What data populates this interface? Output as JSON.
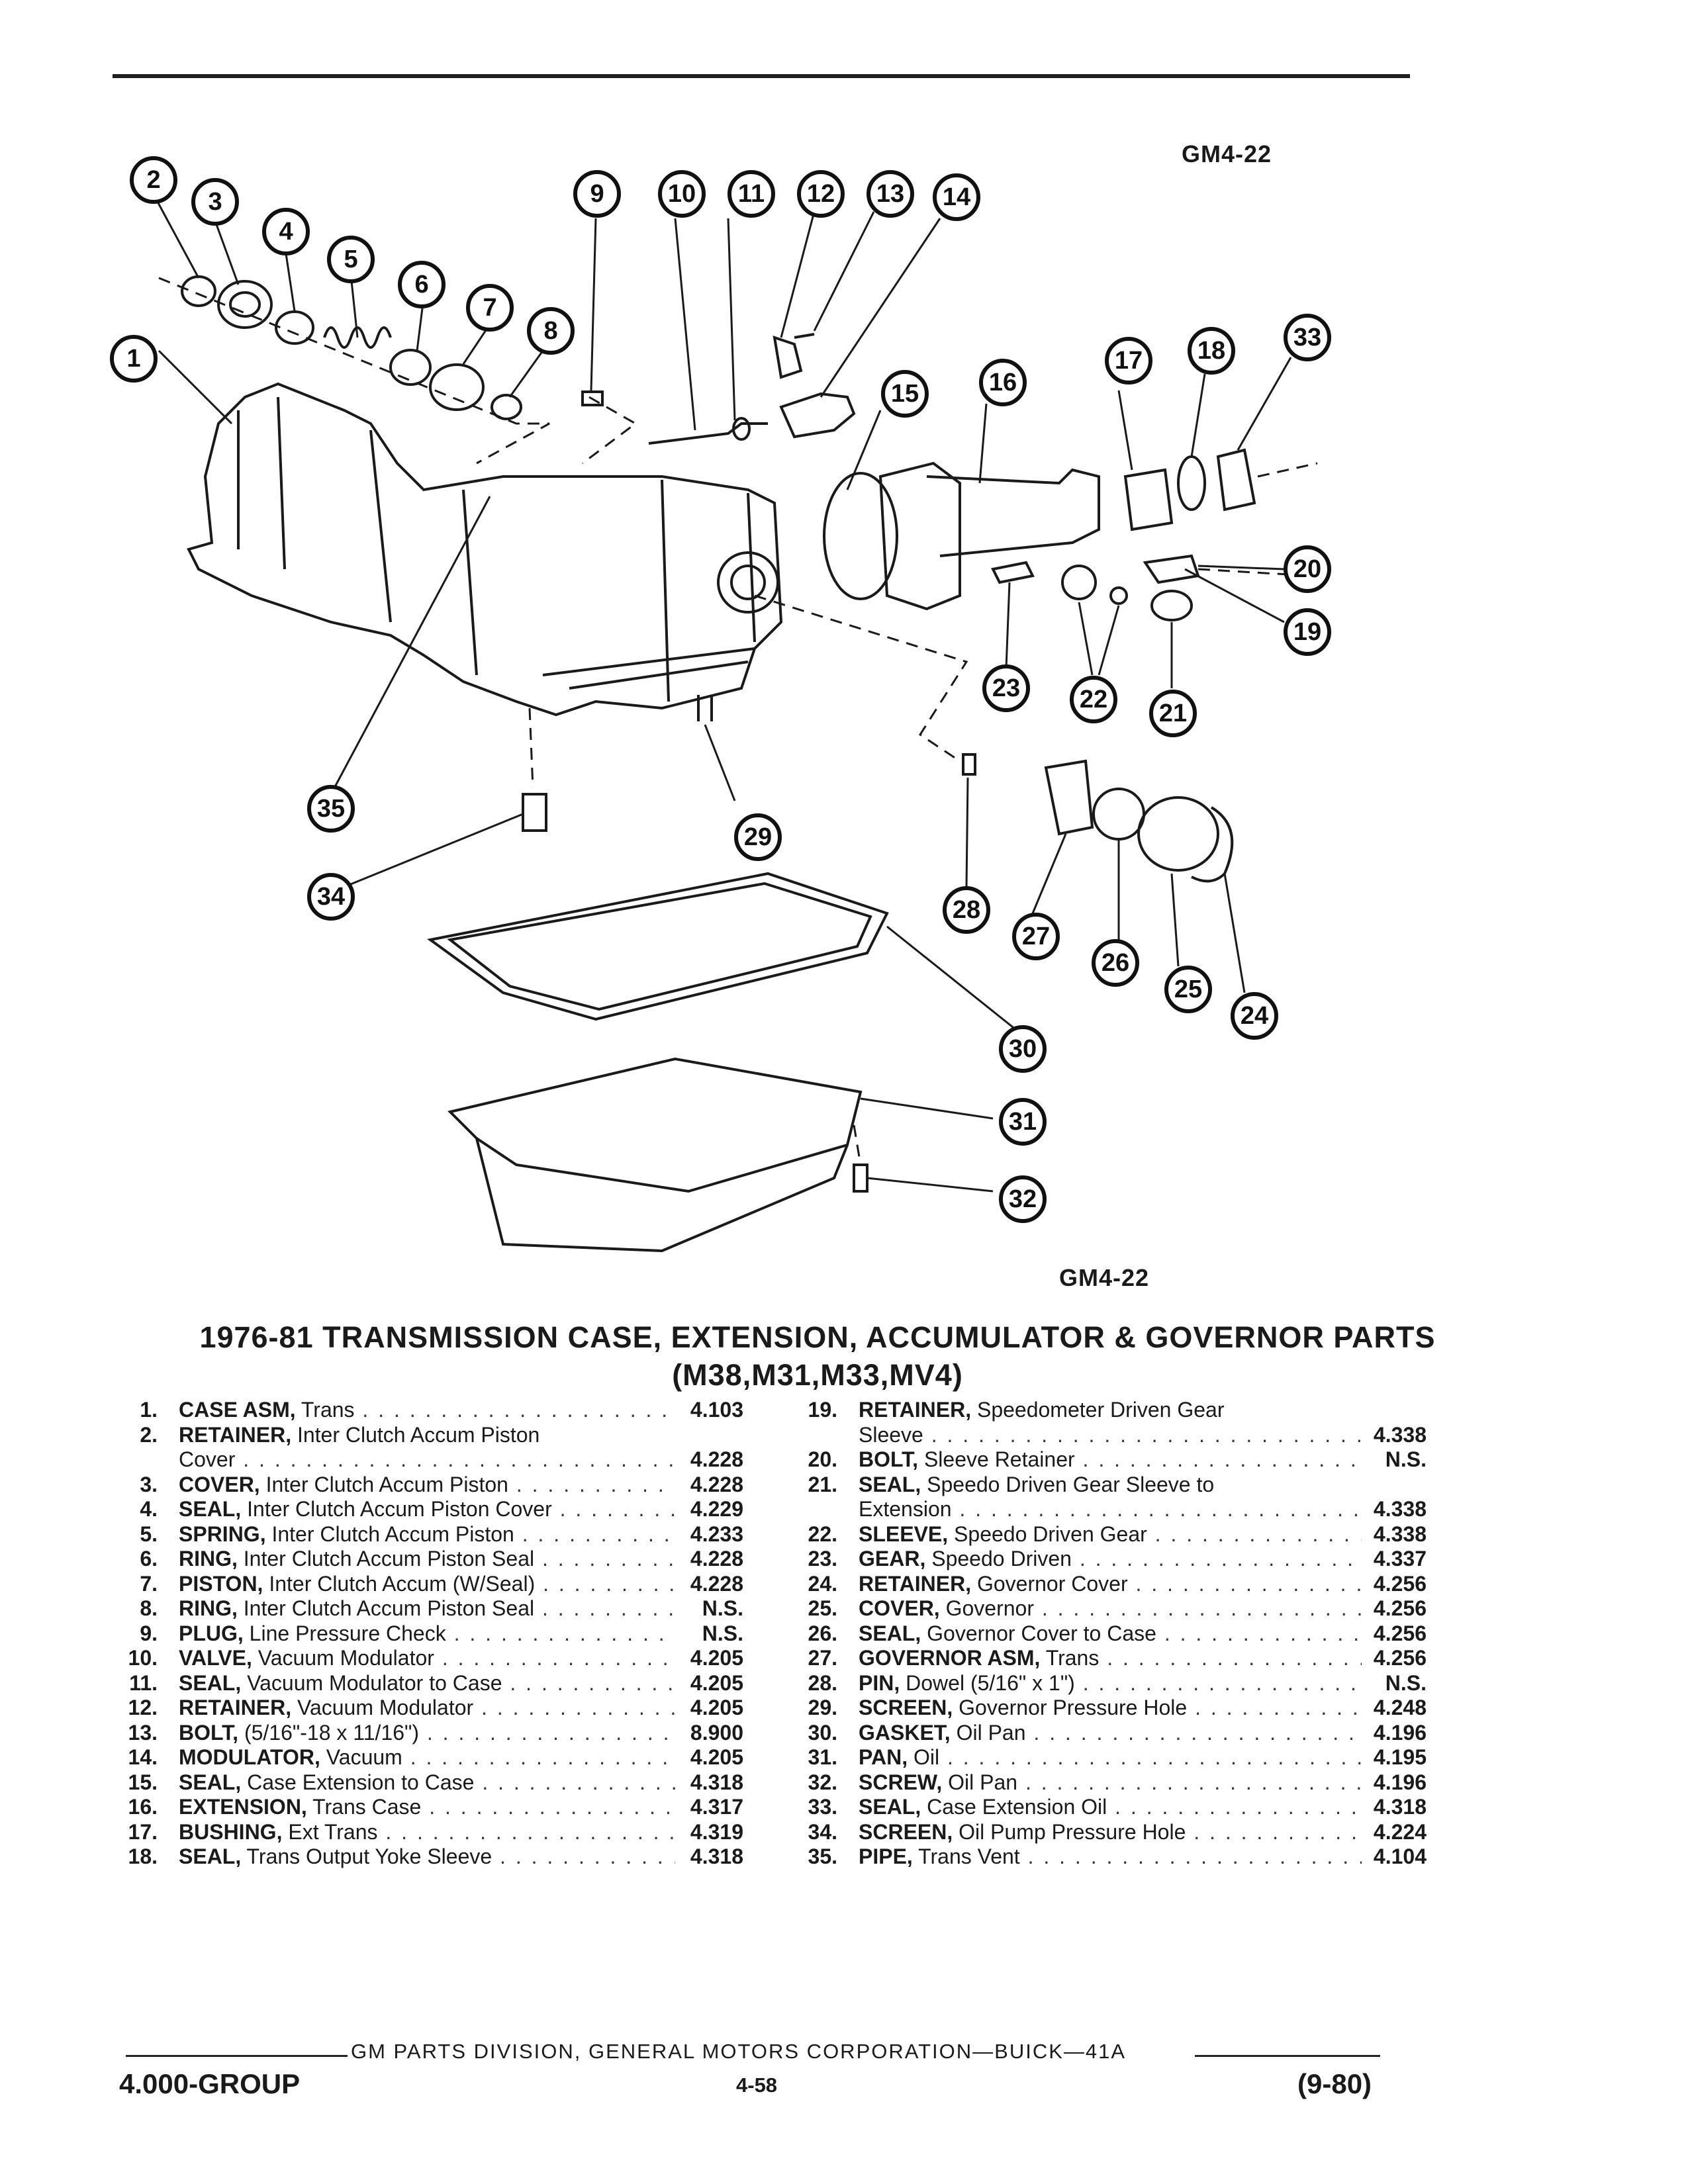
{
  "figure": {
    "code_top": "GM4-22",
    "code_bottom": "GM4-22",
    "callouts": [
      "1",
      "2",
      "3",
      "4",
      "5",
      "6",
      "7",
      "8",
      "9",
      "10",
      "11",
      "12",
      "13",
      "14",
      "15",
      "16",
      "17",
      "18",
      "19",
      "20",
      "21",
      "22",
      "23",
      "24",
      "25",
      "26",
      "27",
      "28",
      "29",
      "30",
      "31",
      "32",
      "33",
      "34",
      "35"
    ]
  },
  "title": {
    "main": "1976-81 TRANSMISSION CASE, EXTENSION, ACCUMULATOR & GOVERNOR PARTS",
    "sub": "(M38,M31,M33,MV4)"
  },
  "parts_left": [
    {
      "num": "1.",
      "name": "CASE ASM,",
      "desc": "Trans",
      "cont": "",
      "group": "4.103"
    },
    {
      "num": "2.",
      "name": "RETAINER,",
      "desc": "Inter Clutch Accum Piston",
      "cont": "Cover",
      "group": "4.228"
    },
    {
      "num": "3.",
      "name": "COVER,",
      "desc": "Inter Clutch Accum Piston",
      "cont": "",
      "group": "4.228"
    },
    {
      "num": "4.",
      "name": "SEAL,",
      "desc": "Inter Clutch Accum Piston Cover",
      "cont": "",
      "group": "4.229"
    },
    {
      "num": "5.",
      "name": "SPRING,",
      "desc": "Inter Clutch Accum Piston",
      "cont": "",
      "group": "4.233"
    },
    {
      "num": "6.",
      "name": "RING,",
      "desc": "Inter Clutch Accum Piston Seal",
      "cont": "",
      "group": "4.228"
    },
    {
      "num": "7.",
      "name": "PISTON,",
      "desc": "Inter Clutch Accum (W/Seal)",
      "cont": "",
      "group": "4.228"
    },
    {
      "num": "8.",
      "name": "RING,",
      "desc": "Inter Clutch Accum Piston Seal",
      "cont": "",
      "group": "N.S."
    },
    {
      "num": "9.",
      "name": "PLUG,",
      "desc": "Line Pressure Check",
      "cont": "",
      "group": "N.S."
    },
    {
      "num": "10.",
      "name": "VALVE,",
      "desc": "Vacuum Modulator",
      "cont": "",
      "group": "4.205"
    },
    {
      "num": "11.",
      "name": "SEAL,",
      "desc": "Vacuum Modulator to Case",
      "cont": "",
      "group": "4.205"
    },
    {
      "num": "12.",
      "name": "RETAINER,",
      "desc": "Vacuum Modulator",
      "cont": "",
      "group": "4.205"
    },
    {
      "num": "13.",
      "name": "BOLT,",
      "desc": "(5/16\"-18 x 11/16\")",
      "cont": "",
      "group": "8.900"
    },
    {
      "num": "14.",
      "name": "MODULATOR,",
      "desc": "Vacuum",
      "cont": "",
      "group": "4.205"
    },
    {
      "num": "15.",
      "name": "SEAL,",
      "desc": "Case Extension to Case",
      "cont": "",
      "group": "4.318"
    },
    {
      "num": "16.",
      "name": "EXTENSION,",
      "desc": "Trans Case",
      "cont": "",
      "group": "4.317"
    },
    {
      "num": "17.",
      "name": "BUSHING,",
      "desc": "Ext Trans",
      "cont": "",
      "group": "4.319"
    },
    {
      "num": "18.",
      "name": "SEAL,",
      "desc": "Trans Output Yoke Sleeve",
      "cont": "",
      "group": "4.318"
    }
  ],
  "parts_right": [
    {
      "num": "19.",
      "name": "RETAINER,",
      "desc": "Speedometer Driven Gear",
      "cont": "Sleeve",
      "group": "4.338"
    },
    {
      "num": "20.",
      "name": "BOLT,",
      "desc": "Sleeve Retainer",
      "cont": "",
      "group": "N.S."
    },
    {
      "num": "21.",
      "name": "SEAL,",
      "desc": "Speedo Driven Gear Sleeve to",
      "cont": "Extension",
      "group": "4.338"
    },
    {
      "num": "22.",
      "name": "SLEEVE,",
      "desc": "Speedo Driven Gear",
      "cont": "",
      "group": "4.338"
    },
    {
      "num": "23.",
      "name": "GEAR,",
      "desc": "Speedo Driven",
      "cont": "",
      "group": "4.337"
    },
    {
      "num": "24.",
      "name": "RETAINER,",
      "desc": "Governor Cover",
      "cont": "",
      "group": "4.256"
    },
    {
      "num": "25.",
      "name": "COVER,",
      "desc": "Governor",
      "cont": "",
      "group": "4.256"
    },
    {
      "num": "26.",
      "name": "SEAL,",
      "desc": "Governor Cover to Case",
      "cont": "",
      "group": "4.256"
    },
    {
      "num": "27.",
      "name": "GOVERNOR ASM,",
      "desc": "Trans",
      "cont": "",
      "group": "4.256"
    },
    {
      "num": "28.",
      "name": "PIN,",
      "desc": "Dowel (5/16\" x 1\")",
      "cont": "",
      "group": "N.S."
    },
    {
      "num": "29.",
      "name": "SCREEN,",
      "desc": "Governor Pressure Hole",
      "cont": "",
      "group": "4.248"
    },
    {
      "num": "30.",
      "name": "GASKET,",
      "desc": "Oil Pan",
      "cont": "",
      "group": "4.196"
    },
    {
      "num": "31.",
      "name": "PAN,",
      "desc": "Oil",
      "cont": "",
      "group": "4.195"
    },
    {
      "num": "32.",
      "name": "SCREW,",
      "desc": "Oil Pan",
      "cont": "",
      "group": "4.196"
    },
    {
      "num": "33.",
      "name": "SEAL,",
      "desc": "Case Extension Oil",
      "cont": "",
      "group": "4.318"
    },
    {
      "num": "34.",
      "name": "SCREEN,",
      "desc": "Oil Pump Pressure Hole",
      "cont": "",
      "group": "4.224"
    },
    {
      "num": "35.",
      "name": "PIPE,",
      "desc": "Trans Vent",
      "cont": "",
      "group": "4.104"
    }
  ],
  "footer": {
    "division": "GM PARTS DIVISION, GENERAL MOTORS CORPORATION—BUICK—41A",
    "group": "4.000-GROUP",
    "page": "4-58",
    "date": "(9-80)"
  }
}
